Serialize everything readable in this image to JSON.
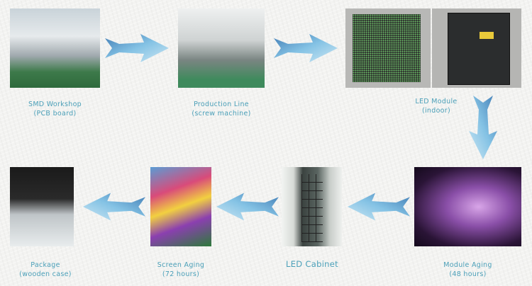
{
  "steps": [
    {
      "title": "SMD Workshop",
      "subtitle": "(PCB board)"
    },
    {
      "title": "Production Line",
      "subtitle": "(screw machine)"
    },
    {
      "title": "LED Module",
      "subtitle": "(indoor)"
    },
    {
      "title": "Module Aging",
      "subtitle": "(48 hours)"
    },
    {
      "title": "LED Cabinet",
      "subtitle": ""
    },
    {
      "title": "Screen Aging",
      "subtitle": "(72 hours)"
    },
    {
      "title": "Package",
      "subtitle": "(wooden case)"
    }
  ],
  "colors": {
    "label": "#4a9fb8",
    "arrow": "#6fb4dc",
    "arrow_dark": "#2d6fae"
  }
}
